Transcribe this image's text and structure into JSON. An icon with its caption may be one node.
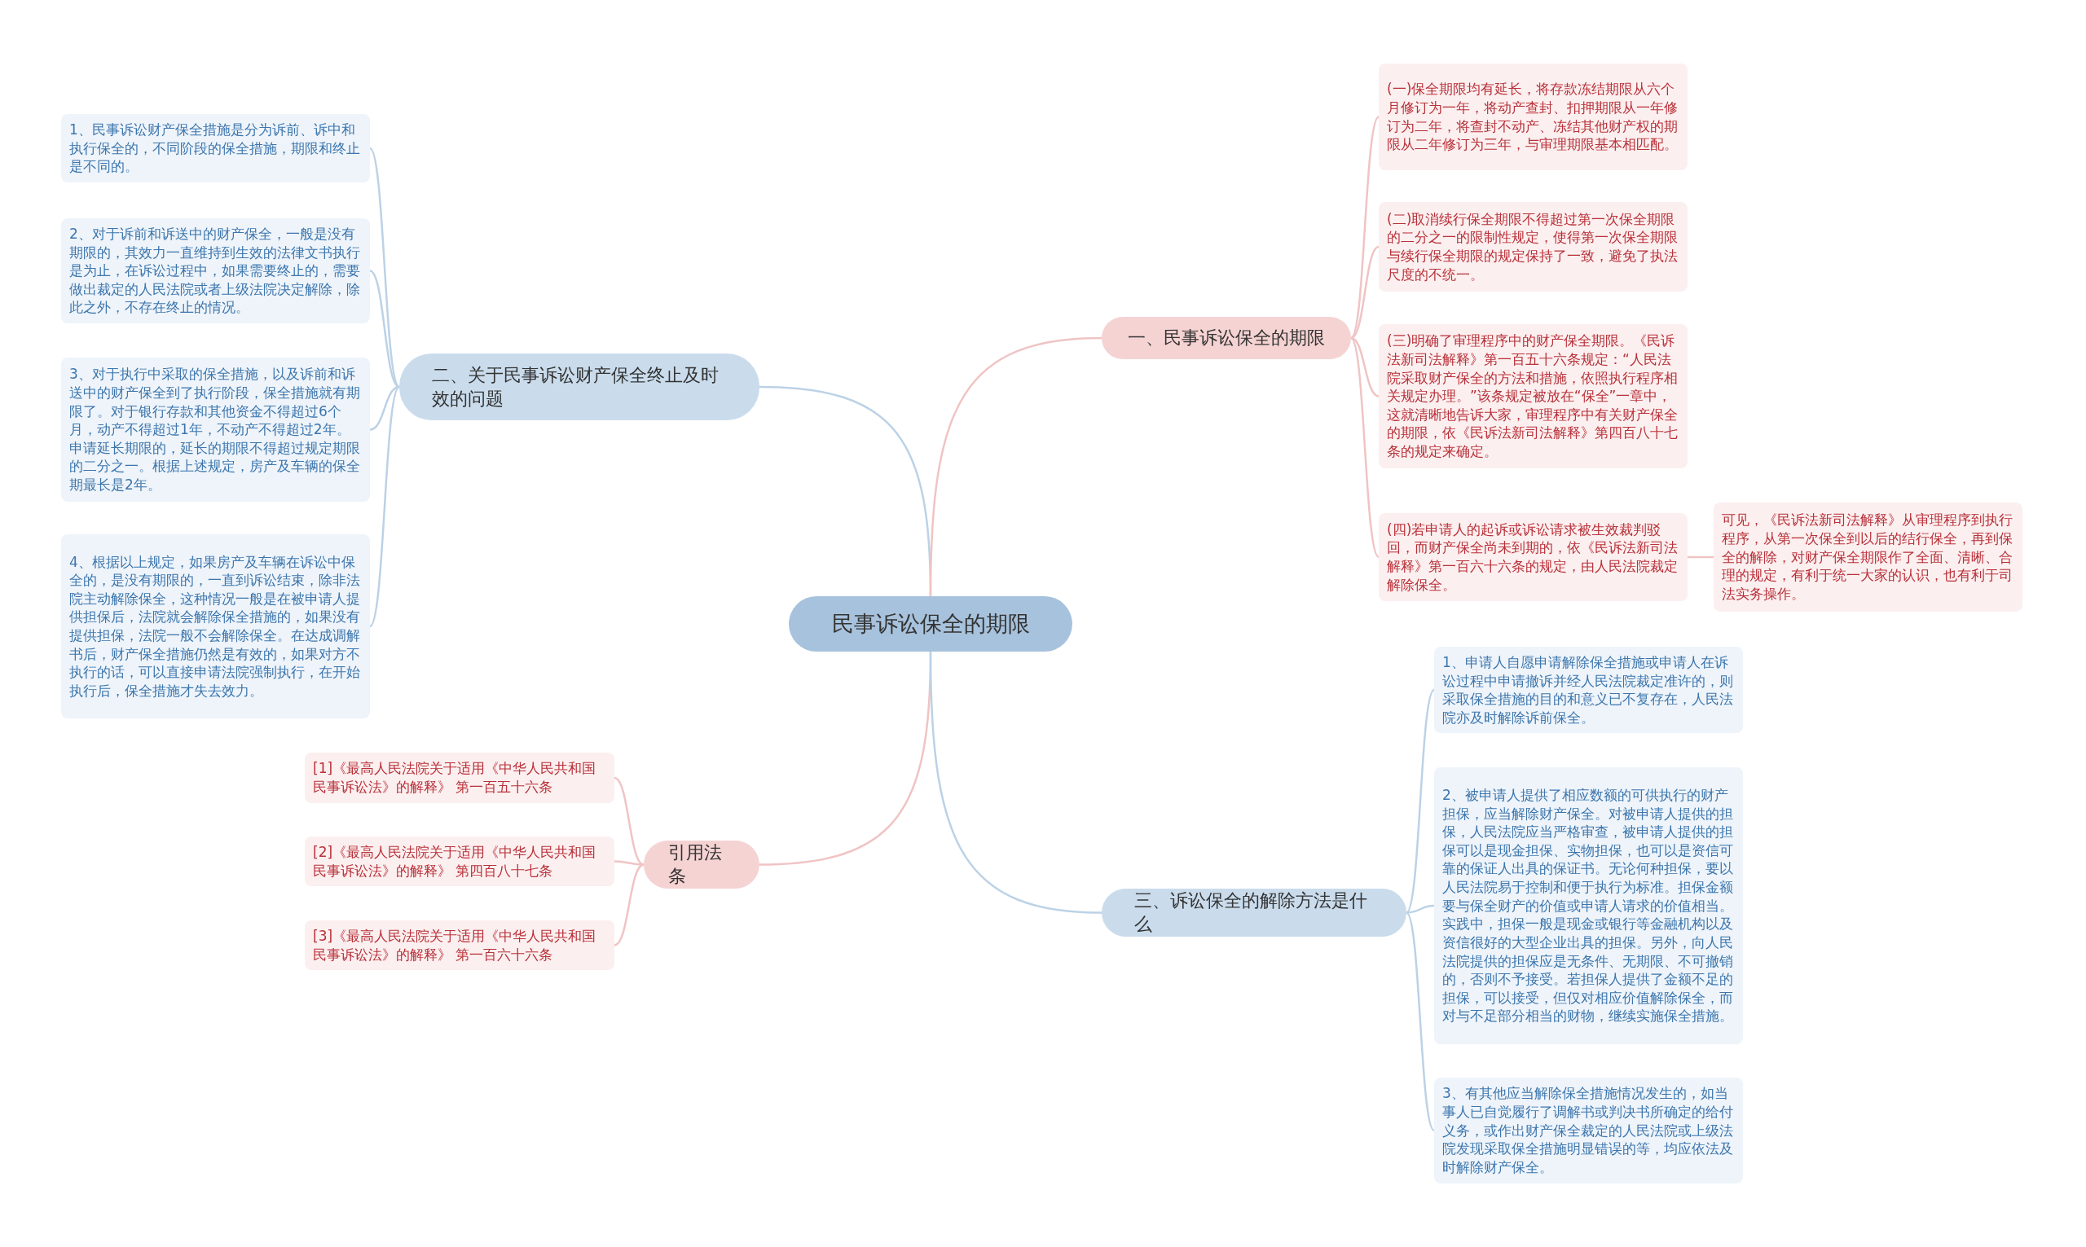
{
  "diagram": {
    "nodes": [
      {
        "text": [
          "民事诉讼保全的期限"
        ]
      },
      {
        "text": [
          "二、关于民事诉讼财产保全终止及时效的问题"
        ]
      },
      {
        "text": [
          "1、民事诉讼财产保全措施是分为诉前、诉中和执行保全的，不同阶段的保全措施，期限和终止是不同的。"
        ]
      },
      {
        "text": [
          "2、对于诉前和诉送中的财产保全，一般是没有期限的，其效力一直维持到生效的法律文书执行是为止，在诉讼过程中，如果需要终止的，需要做出裁定的人民法院或者上级法院决定解除，除此之外，不存在终止的情况。"
        ]
      },
      {
        "text": [
          "3、对于执行中采取的保全措施，以及诉前和诉送中的财产保全到了执行阶段，保全措施就有期限了。对于银行存款和其他资金不得超过6个月，动产不得超过1年，不动产不得超过2年。申请延长期限的，延长的期限不得超过规定期限的二分之一。根据上述规定，房产及车辆的保全期最长是2年。"
        ]
      },
      {
        "text": [
          "4、根据以上规定，如果房产及车辆在诉讼中保全的，是没有期限的，一直到诉讼结束，除非法院主动解除保全，这种情况一般是在被申请人提供担保后，法院就会解除保全措施的，如果没有提供担保，法院一般不会解除保全。在达成调解书后，财产保全措施仍然是有效的，如果对方不执行的话，可以直接申请法院强制执行，在开始执行后，保全措施才失去效力。"
        ]
      },
      {
        "text": [
          "一、民事诉讼保全的期限"
        ]
      },
      {
        "text": [
          "(一)保全期限均有延长，将存款冻结期限从六个月修订为一年，将动产查封、扣押期限从一年修订为二年，将查封不动产、冻结其他财产权的期限从二年修订为三年，与审理期限基本相匹配。"
        ]
      },
      {
        "text": [
          "(二)取消续行保全期限不得超过第一次保全期限的二分之一的限制性规定，使得第一次保全期限与续行保全期限的规定保持了一致，避免了执法尺度的不统一。"
        ]
      },
      {
        "text": [
          "(三)明确了审理程序中的财产保全期限。《民诉法新司法解释》第一百五十六条规定：“人民法院采取财产保全的方法和措施，依照执行程序相关规定办理。”该条规定被放在“保全”一章中，这就清晰地告诉大家，审理程序中有关财产保全的期限，依《民诉法新司法解释》第四百八十七条的规定来确定。"
        ]
      },
      {
        "text": [
          "(四)若申请人的起诉或诉讼请求被生效裁判驳回，而财产保全尚未到期的，依《民诉法新司法解释》第一百六十六条的规定，由人民法院裁定解除保全。"
        ]
      },
      {
        "text": [
          "可见，《民诉法新司法解释》从审理程序到执行程序，从第一次保全到以后的结行保全，再到保全的解除，对财产保全期限作了全面、清晰、合理的规定，有利于统一大家的认识，也有利于司法实务操作。"
        ]
      },
      {
        "text": [
          "引用法条"
        ]
      },
      {
        "text": [
          "[1]《最高人民法院关于适用《中华人民共和国民事诉讼法》的解释》 第一百五十六条"
        ]
      },
      {
        "text": [
          "[2]《最高人民法院关于适用《中华人民共和国民事诉讼法》的解释》 第四百八十七条"
        ]
      },
      {
        "text": [
          "[3]《最高人民法院关于适用《中华人民共和国民事诉讼法》的解释》 第一百六十六条"
        ]
      },
      {
        "text": [
          "三、诉讼保全的解除方法是什么"
        ]
      },
      {
        "text": [
          "1、申请人自愿申请解除保全措施或申请人在诉讼过程中申请撤诉并经人民法院裁定准许的，则采取保全措施的目的和意义已不复存在，人民法院亦及时解除诉前保全。"
        ]
      },
      {
        "text": [
          "2、被申请人提供了相应数额的可供执行的财产担保，应当解除财产保全。对被申请人提供的担保，人民法院应当严格审查，被申请人提供的担保可以是现金担保、实物担保，也可以是资信可靠的保证人出具的保证书。无论何种担保，要以人民法院易于控制和便于执行为标准。担保金额要与保全财产的价值或申请人请求的价值相当。实践中，担保一般是现金或银行等金融机构以及资信很好的大型企业出具的担保。另外，向人民法院提供的担保应是无条件、无期限、不可撤销的，否则不予接受。若担保人提供了金额不足的担保，可以接受，但仅对相应价值解除保全，而对与不足部分相当的财物，继续实施保全措施。"
        ]
      },
      {
        "text": [
          "3、有其他应当解除保全措施情况发生的，如当事人已自觉履行了调解书或判决书所确定的给付义务，或作出财产保全裁定的人民法院或上级法院发现采取保全措施明显错误的等，均应依法及时解除财产保全。"
        ]
      }
    ],
    "edges": [
      {
        "from": 0,
        "to": 1,
        "arrow": "none",
        "color": "#bcd2e6"
      },
      {
        "from": 1,
        "to": 2,
        "arrow": "none",
        "color": "#bcd2e6"
      },
      {
        "from": 1,
        "to": 3,
        "arrow": "none",
        "color": "#bcd2e6"
      },
      {
        "from": 1,
        "to": 4,
        "arrow": "none",
        "color": "#bcd2e6"
      },
      {
        "from": 1,
        "to": 5,
        "arrow": "none",
        "color": "#bcd2e6"
      },
      {
        "from": 0,
        "to": 6,
        "arrow": "none"
      },
      {
        "from": 6,
        "to": 7,
        "arrow": "none"
      },
      {
        "from": 6,
        "to": 8,
        "arrow": "none"
      },
      {
        "from": 6,
        "to": 9,
        "arrow": "none"
      },
      {
        "from": 6,
        "to": 10,
        "arrow": "none"
      },
      {
        "from": 10,
        "to": 11,
        "arrow": "none"
      },
      {
        "from": 0,
        "to": 12,
        "arrow": "none"
      },
      {
        "from": 12,
        "to": 13,
        "arrow": "none"
      },
      {
        "from": 12,
        "to": 14,
        "arrow": "none"
      },
      {
        "from": 12,
        "to": 15,
        "arrow": "none"
      },
      {
        "from": 0,
        "to": 16,
        "arrow": "none",
        "color": "#bcd2e6"
      },
      {
        "from": 16,
        "to": 17,
        "arrow": "none",
        "color": "#bcd2e6"
      },
      {
        "from": 16,
        "to": 18,
        "arrow": "none",
        "color": "#bcd2e6"
      },
      {
        "from": 16,
        "to": 19,
        "arrow": "none",
        "color": "#bcd2e6"
      }
    ]
  }
}
